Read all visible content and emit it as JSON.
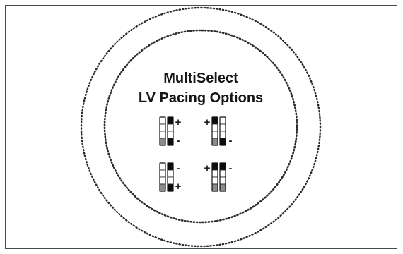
{
  "diagram": {
    "title_line1": "MultiSelect",
    "title_line2": "LV Pacing Options",
    "options": [
      {
        "name": "option-top-left",
        "left_signs": [
          "",
          ""
        ],
        "right_signs": [
          "+",
          "-"
        ],
        "electrode_pattern": {
          "left_column": [
            "white",
            "white",
            "white",
            "gray"
          ],
          "right_column": [
            "black",
            "white",
            "white",
            "black"
          ]
        }
      },
      {
        "name": "option-top-right",
        "left_signs": [
          "+",
          ""
        ],
        "right_signs": [
          "",
          "-"
        ],
        "electrode_pattern": {
          "left_column": [
            "black",
            "white",
            "white",
            "gray"
          ],
          "right_column": [
            "white",
            "white",
            "white",
            "black"
          ]
        }
      },
      {
        "name": "option-bottom-left",
        "left_signs": [
          "",
          ""
        ],
        "right_signs": [
          "-",
          "+"
        ],
        "electrode_pattern": {
          "left_column": [
            "white",
            "white",
            "white",
            "gray"
          ],
          "right_column": [
            "black",
            "white",
            "white",
            "black"
          ]
        }
      },
      {
        "name": "option-bottom-right",
        "left_signs": [
          "+",
          ""
        ],
        "right_signs": [
          "-",
          ""
        ],
        "electrode_pattern": {
          "left_column": [
            "black",
            "white",
            "white",
            "gray"
          ],
          "right_column": [
            "black",
            "white",
            "white",
            "gray"
          ]
        }
      }
    ],
    "colors": {
      "frame_border": "#4a4a4a",
      "dotted_ring": "#2a2a2a",
      "black_band": "#0d0d0d",
      "gray_band": "#8b8b8b",
      "white_band": "#ffffff",
      "text": "#161616"
    }
  }
}
